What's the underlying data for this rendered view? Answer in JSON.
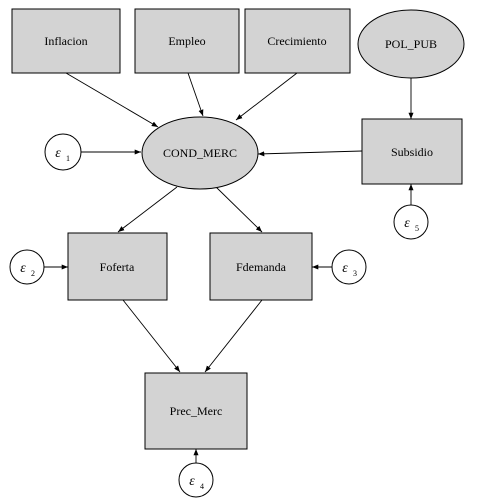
{
  "nodes": {
    "inflacion": {
      "label": "Inflacion"
    },
    "empleo": {
      "label": "Empleo"
    },
    "crecimiento": {
      "label": "Crecimiento"
    },
    "pol_pub": {
      "label": "POL_PUB"
    },
    "cond_merc": {
      "label": "COND_MERC"
    },
    "subsidio": {
      "label": "Subsidio"
    },
    "foferta": {
      "label": "Foferta"
    },
    "fdemanda": {
      "label": "Fdemanda"
    },
    "prec_merc": {
      "label": "Prec_Merc"
    }
  },
  "errors": {
    "e1": {
      "symbol": "ε",
      "index": "1"
    },
    "e2": {
      "symbol": "ε",
      "index": "2"
    },
    "e3": {
      "symbol": "ε",
      "index": "3"
    },
    "e4": {
      "symbol": "ε",
      "index": "4"
    },
    "e5": {
      "symbol": "ε",
      "index": "5"
    }
  }
}
